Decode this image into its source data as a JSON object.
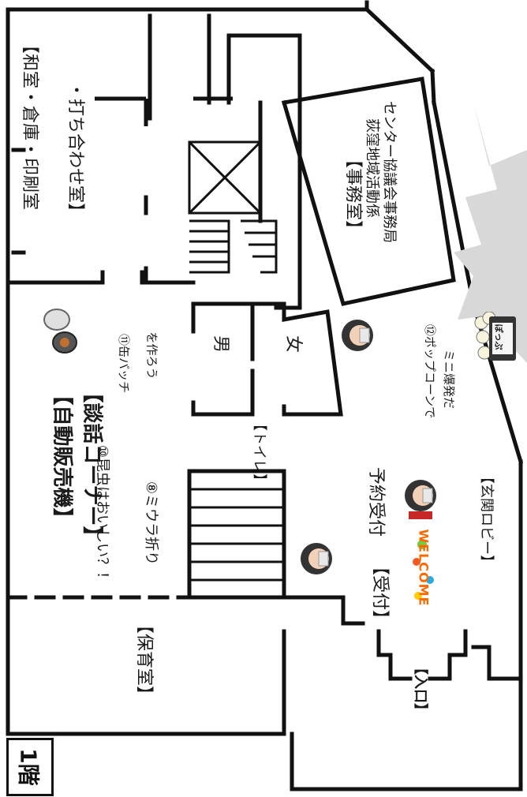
{
  "floor": "1階",
  "rooms": {
    "washitsu_line1": "【和室・倉庫・印刷室",
    "washitsu_line2": "・打ち合わせ室】",
    "jimushitsu": "【事務室】",
    "jimu_org1": "荻窪地域活動係",
    "jimu_org2": "センター協議会事務局",
    "jihanki": "【自動販売機】",
    "danwa": "【談話コーナー】",
    "toilet": "【トイレ】",
    "men": "男",
    "women": "女",
    "hoikushitsu": "【保育室】",
    "uketsuke": "【受付】",
    "yoyaku": "予約受付",
    "genkan": "【玄関ロビー】",
    "iriguchi": "【入口】"
  },
  "activities": {
    "a10": "⑩昆虫はおいしい？！",
    "a8": "⑧ミウラ折り",
    "a11_line1": "⑪缶バッチ",
    "a11_line2": "を作ろう",
    "a12_line1": "⑫ポップコーンで",
    "a12_line2": "ミニ爆発だ"
  },
  "decor": {
    "welcome": "WELCOME",
    "popcorn": "ぽっぷ",
    "explosion_color": "#d8d8d8"
  }
}
